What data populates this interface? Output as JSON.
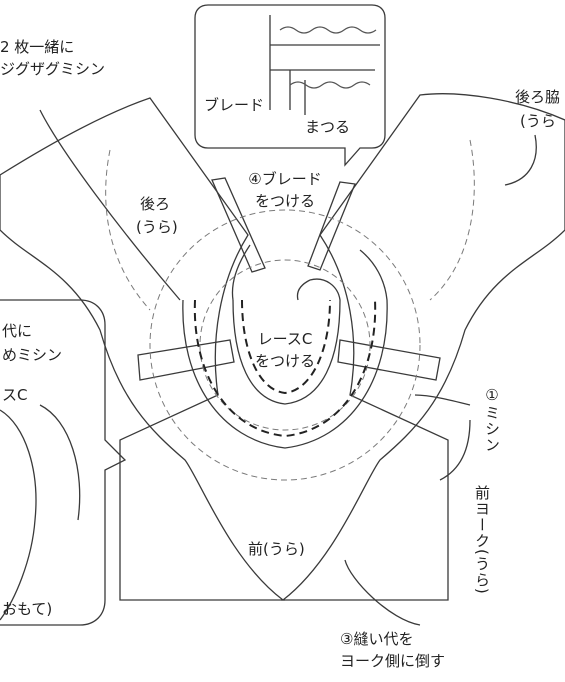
{
  "labels": {
    "zigzag_line1": "2 枚一緒に",
    "zigzag_line2": "ジグザグミシン",
    "back_sleeve_line1": "後ろ脇",
    "back_sleeve_line2": "(うら",
    "blade_inset": "ブレード",
    "matsuru": "まつる",
    "attach_braid_line1": "④ブレード",
    "attach_braid_line2": "をつける",
    "back_left_line1": "後ろ",
    "back_left_line2": "(うら)",
    "seam_line1": "代に",
    "seam_line2": "めミシン",
    "lace_partial": "スC",
    "attach_lace_line1": "レースC",
    "attach_lace_line2": "をつける",
    "step1_sew": "①ミシン",
    "front_yoke": "前ヨーク(うら)",
    "front": "前(うら)",
    "step3_line1": "③縫い代を",
    "step3_line2": "ヨーク側に倒す",
    "outer_partial": "おもて)"
  },
  "colors": {
    "line": "#3a3a3a",
    "dash": "#7a7a7a",
    "fill": "#ffffff"
  }
}
